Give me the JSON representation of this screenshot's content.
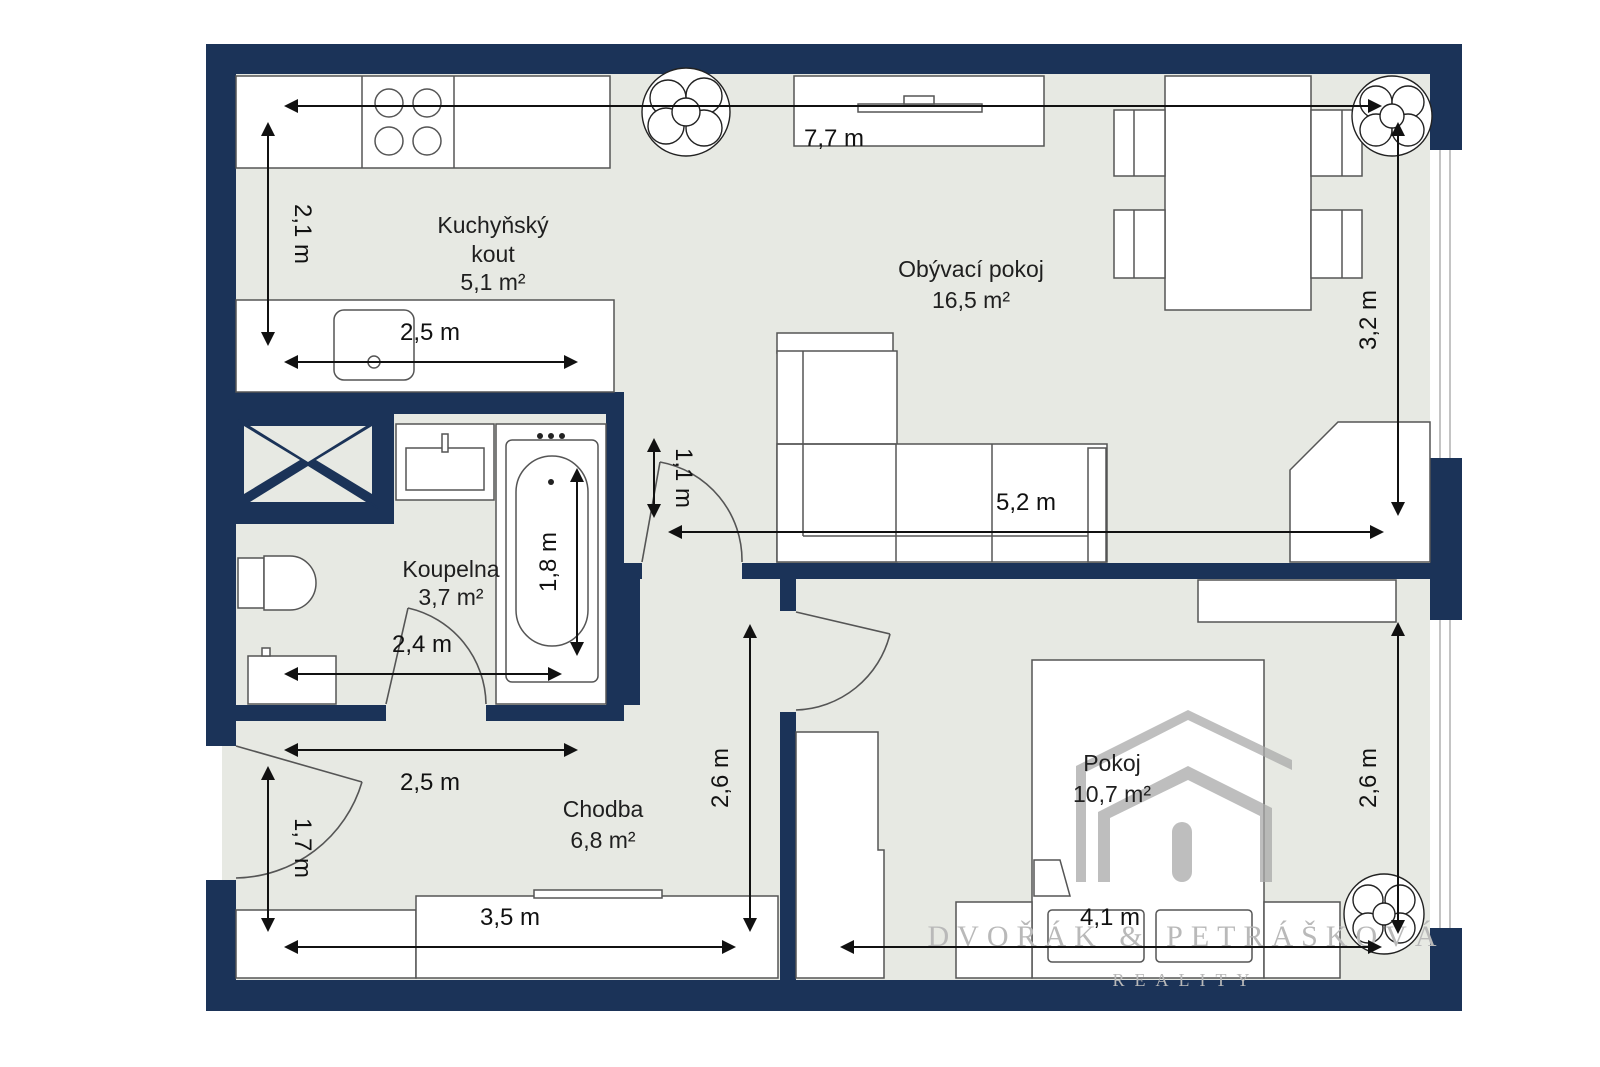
{
  "rooms": {
    "kitchen": {
      "name_line1": "Kuchyňský",
      "name_line2": "kout",
      "area": "5,1 m²"
    },
    "living": {
      "name": "Obývací pokoj",
      "area": "16,5 m²"
    },
    "bathroom": {
      "name": "Koupelna",
      "area": "3,7 m²"
    },
    "hallway": {
      "name": "Chodba",
      "area": "6,8 m²"
    },
    "bedroom": {
      "name": "Pokoj",
      "area": "10,7 m²"
    }
  },
  "dimensions": {
    "top_width": "7,7 m",
    "kitchen_height": "2,1 m",
    "kitchen_width": "2,5 m",
    "living_height": "3,2 m",
    "living_width": "5,2 m",
    "living_door_gap": "1,1 m",
    "bath_tub_length": "1,8 m",
    "bath_width": "2,4 m",
    "hall_width": "2,5 m",
    "entry_height": "1,7 m",
    "hall_height": "2,6 m",
    "hall_bottom_width": "3,5 m",
    "bedroom_height": "2,6 m",
    "bedroom_width": "4,1 m"
  },
  "watermark": {
    "name": "DVOŘÁK & PETRÁŠKOVÁ",
    "sub": "REALITY"
  },
  "colors": {
    "wall": "#1b3358",
    "floor": "#e7e9e3",
    "furniture": "#ffffff"
  },
  "icons": [
    "plant-icon",
    "stove-icon",
    "sink-icon",
    "toilet-icon",
    "bathtub-icon",
    "sofa-icon",
    "bed-icon",
    "dining-table-icon",
    "watermark-logo"
  ]
}
